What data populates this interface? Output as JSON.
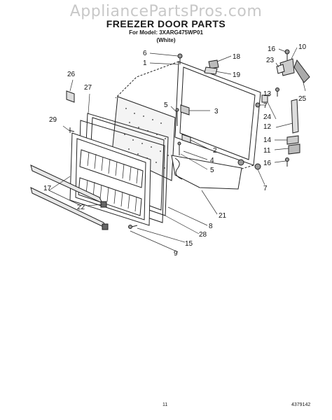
{
  "watermark": "AppliancePartsPros.com",
  "header": {
    "title": "FREEZER DOOR PARTS",
    "model_line": "For Model: 3XARG475WP01",
    "color_line": "(White)"
  },
  "callouts": [
    {
      "id": "c6",
      "label": "6"
    },
    {
      "id": "c1",
      "label": "1"
    },
    {
      "id": "c18",
      "label": "18"
    },
    {
      "id": "c19",
      "label": "19"
    },
    {
      "id": "c16a",
      "label": "16"
    },
    {
      "id": "c10",
      "label": "10"
    },
    {
      "id": "c23",
      "label": "23"
    },
    {
      "id": "c25",
      "label": "25"
    },
    {
      "id": "c26",
      "label": "26"
    },
    {
      "id": "c27",
      "label": "27"
    },
    {
      "id": "c5a",
      "label": "5"
    },
    {
      "id": "c3",
      "label": "3"
    },
    {
      "id": "c13",
      "label": "13"
    },
    {
      "id": "c7a",
      "label": "7"
    },
    {
      "id": "c24",
      "label": "24"
    },
    {
      "id": "c29",
      "label": "29"
    },
    {
      "id": "c12",
      "label": "12"
    },
    {
      "id": "c2",
      "label": "2"
    },
    {
      "id": "c4",
      "label": "4"
    },
    {
      "id": "c14",
      "label": "14"
    },
    {
      "id": "c11",
      "label": "11"
    },
    {
      "id": "c16b",
      "label": "16"
    },
    {
      "id": "c5b",
      "label": "5"
    },
    {
      "id": "c7b",
      "label": "7"
    },
    {
      "id": "c17",
      "label": "17"
    },
    {
      "id": "c22",
      "label": "22"
    },
    {
      "id": "c21",
      "label": "21"
    },
    {
      "id": "c8",
      "label": "8"
    },
    {
      "id": "c15",
      "label": "15"
    },
    {
      "id": "c28",
      "label": "28"
    },
    {
      "id": "c9",
      "label": "9"
    }
  ],
  "footer": {
    "page_number": "11",
    "document_number": "4379142"
  }
}
